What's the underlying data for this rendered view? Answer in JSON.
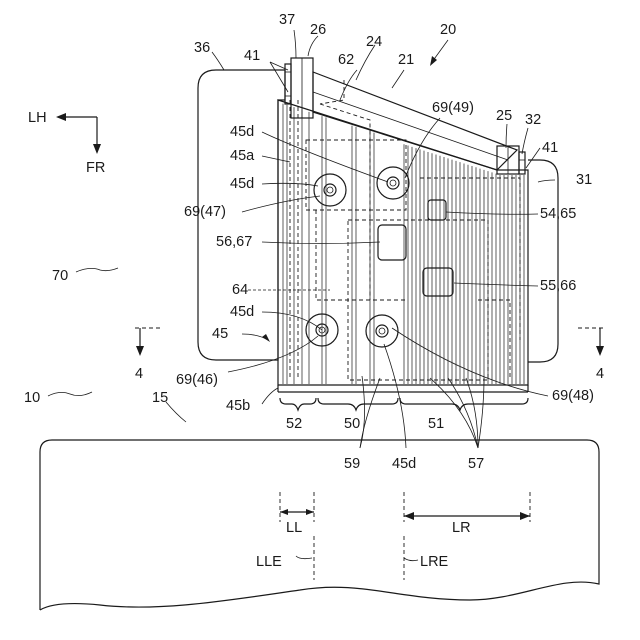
{
  "labels": {
    "n20": "20",
    "n21": "21",
    "n24": "24",
    "n26": "26",
    "n37": "37",
    "n41a": "41",
    "n36": "36",
    "n62": "62",
    "n69_49": "69(49)",
    "n25": "25",
    "n32": "32",
    "n41b": "41",
    "n31": "31",
    "n45d_a": "45d",
    "n45a": "45a",
    "n45d_b": "45d",
    "n69_47": "69(47)",
    "n54_65": "54,65",
    "n56_67": "56,67",
    "n55_66": "55,66",
    "n70": "70",
    "n64": "64",
    "n45d_c": "45d",
    "n45": "45",
    "n4_left": "4",
    "n4_right": "4",
    "n69_46": "69(46)",
    "n10": "10",
    "n15": "15",
    "n45b": "45b",
    "n52": "52",
    "n50": "50",
    "n51": "51",
    "n69_48": "69(48)",
    "n59": "59",
    "n45d_d": "45d",
    "n57": "57",
    "ll": "LL",
    "lr": "LR",
    "lle": "LLE",
    "lre": "LRE"
  },
  "compass": {
    "lh": "LH",
    "fr": "FR"
  }
}
